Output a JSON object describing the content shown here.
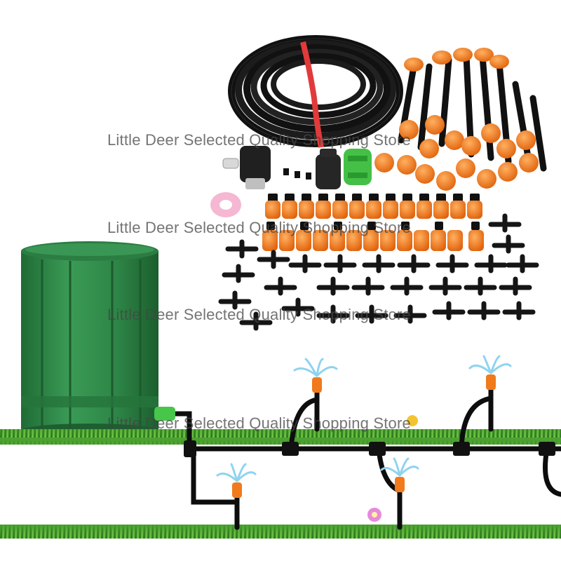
{
  "watermarks": [
    "Little Deer Selected Quality Shopping Store",
    "Little Deer Selected Quality Shopping Store",
    "Little Deer Selected Quality Shopping Store",
    "Little Deer Selected Quality Shopping Store"
  ],
  "colors": {
    "tank_green": "#2f8a48",
    "tube_black": "#141414",
    "nozzle_orange": "#f07a1c",
    "grass_green": "#3f9a2a",
    "connector_green": "#47c64a",
    "water_blue": "#8fd3f0"
  }
}
